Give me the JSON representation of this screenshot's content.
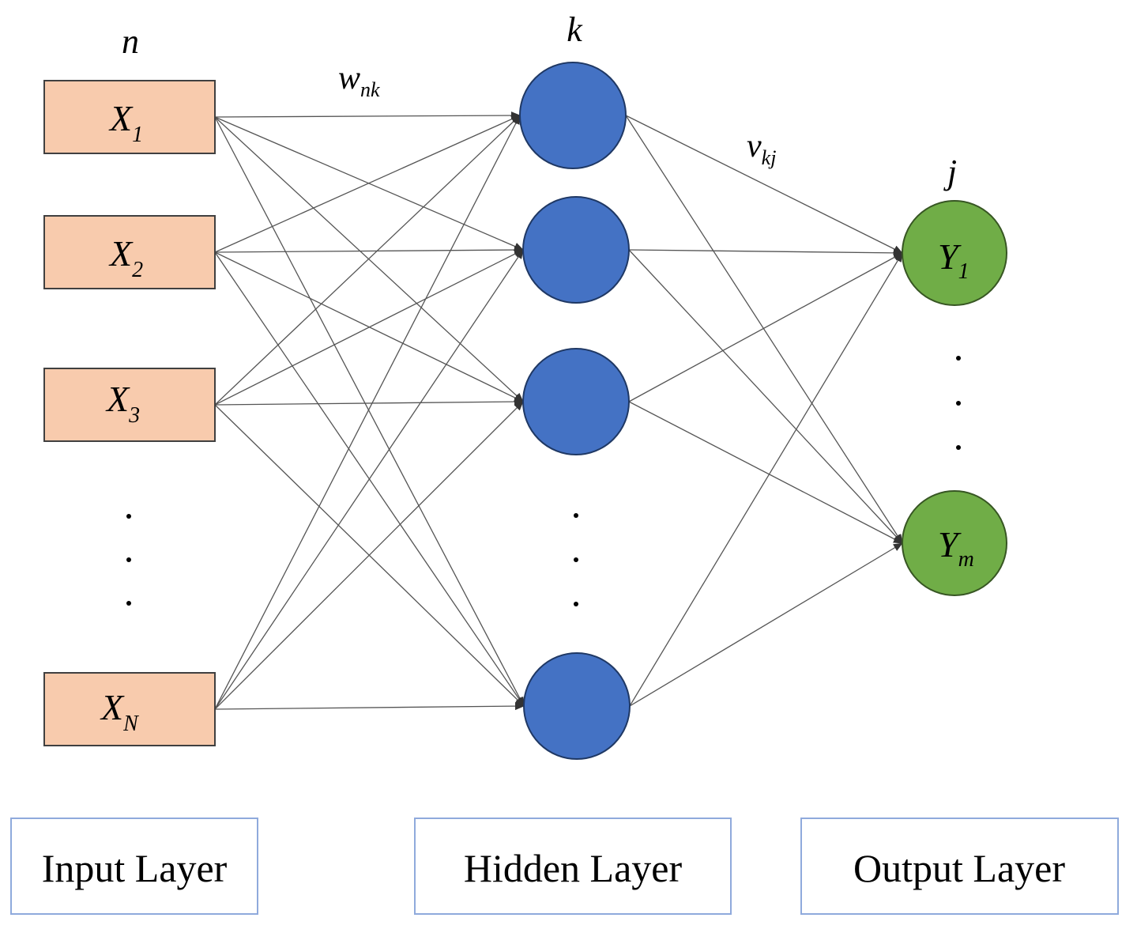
{
  "layer_headers": {
    "input": "n",
    "hidden": "k",
    "output": "j"
  },
  "weights": {
    "input_hidden": {
      "base": "w",
      "sub": "nk"
    },
    "hidden_output": {
      "base": "v",
      "sub": "kj"
    }
  },
  "input_nodes": [
    {
      "base": "X",
      "sub": "1"
    },
    {
      "base": "X",
      "sub": "2"
    },
    {
      "base": "X",
      "sub": "3"
    },
    {
      "base": "X",
      "sub": "N"
    }
  ],
  "hidden_node_count": 4,
  "output_nodes": [
    {
      "base": "Y",
      "sub": "1"
    },
    {
      "base": "Y",
      "sub": "m"
    }
  ],
  "layer_labels": {
    "input": "Input Layer",
    "hidden": "Hidden Layer",
    "output": "Output Layer"
  },
  "colors": {
    "input_fill": "#F8CBAD",
    "input_stroke": "#404040",
    "hidden_fill": "#4472C4",
    "hidden_stroke": "#1F3864",
    "output_fill": "#70AD47",
    "output_stroke": "#375623",
    "label_box_stroke": "#8FAADC",
    "edge": "#555555"
  }
}
